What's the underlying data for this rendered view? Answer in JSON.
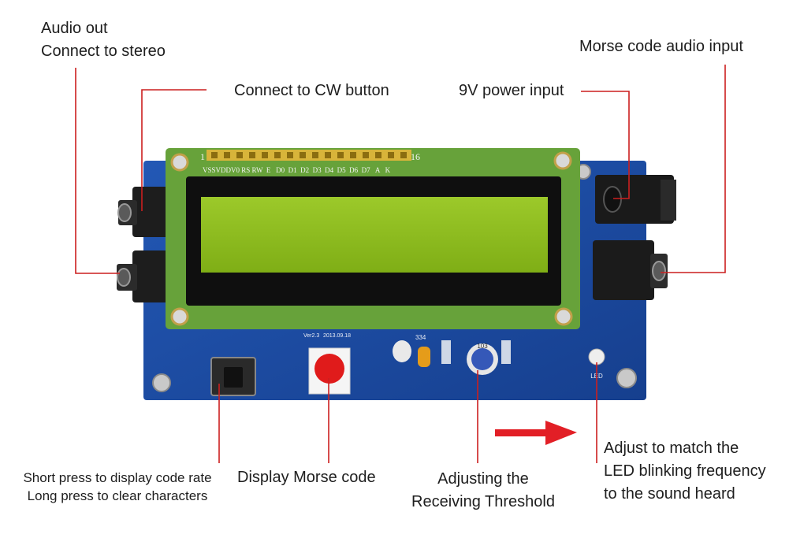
{
  "labels": {
    "audio_out": [
      "Audio out",
      "Connect to stereo"
    ],
    "cw_button": "Connect to CW button",
    "morse_input": "Morse code audio input",
    "power_input": "9V power input",
    "short_press": [
      "Short press to display code rate",
      "Long press to clear characters"
    ],
    "display_morse": "Display Morse code",
    "threshold": [
      "Adjusting the",
      "Receiving Threshold"
    ],
    "adjust_led": [
      "Adjust to match the",
      "LED blinking frequency",
      "to the sound heard"
    ]
  },
  "board": {
    "pin_start": "1",
    "pin_end": "16",
    "pin_names": "VSSVDDV0 RS RW  E   D0  D1  D2  D3  D4  D5  D6  D7   A   K",
    "version": "Ver2.3",
    "date": "2013.09.18",
    "pot_code": "103",
    "cap_code": "334",
    "led_label": "LED"
  },
  "colors": {
    "pcb_blue": "#1d4fa6",
    "lcd_green": "#6aa33a",
    "screen": "#8fbf1f",
    "leader_red": "#cc1f1f",
    "arrow_red": "#e21f26"
  }
}
